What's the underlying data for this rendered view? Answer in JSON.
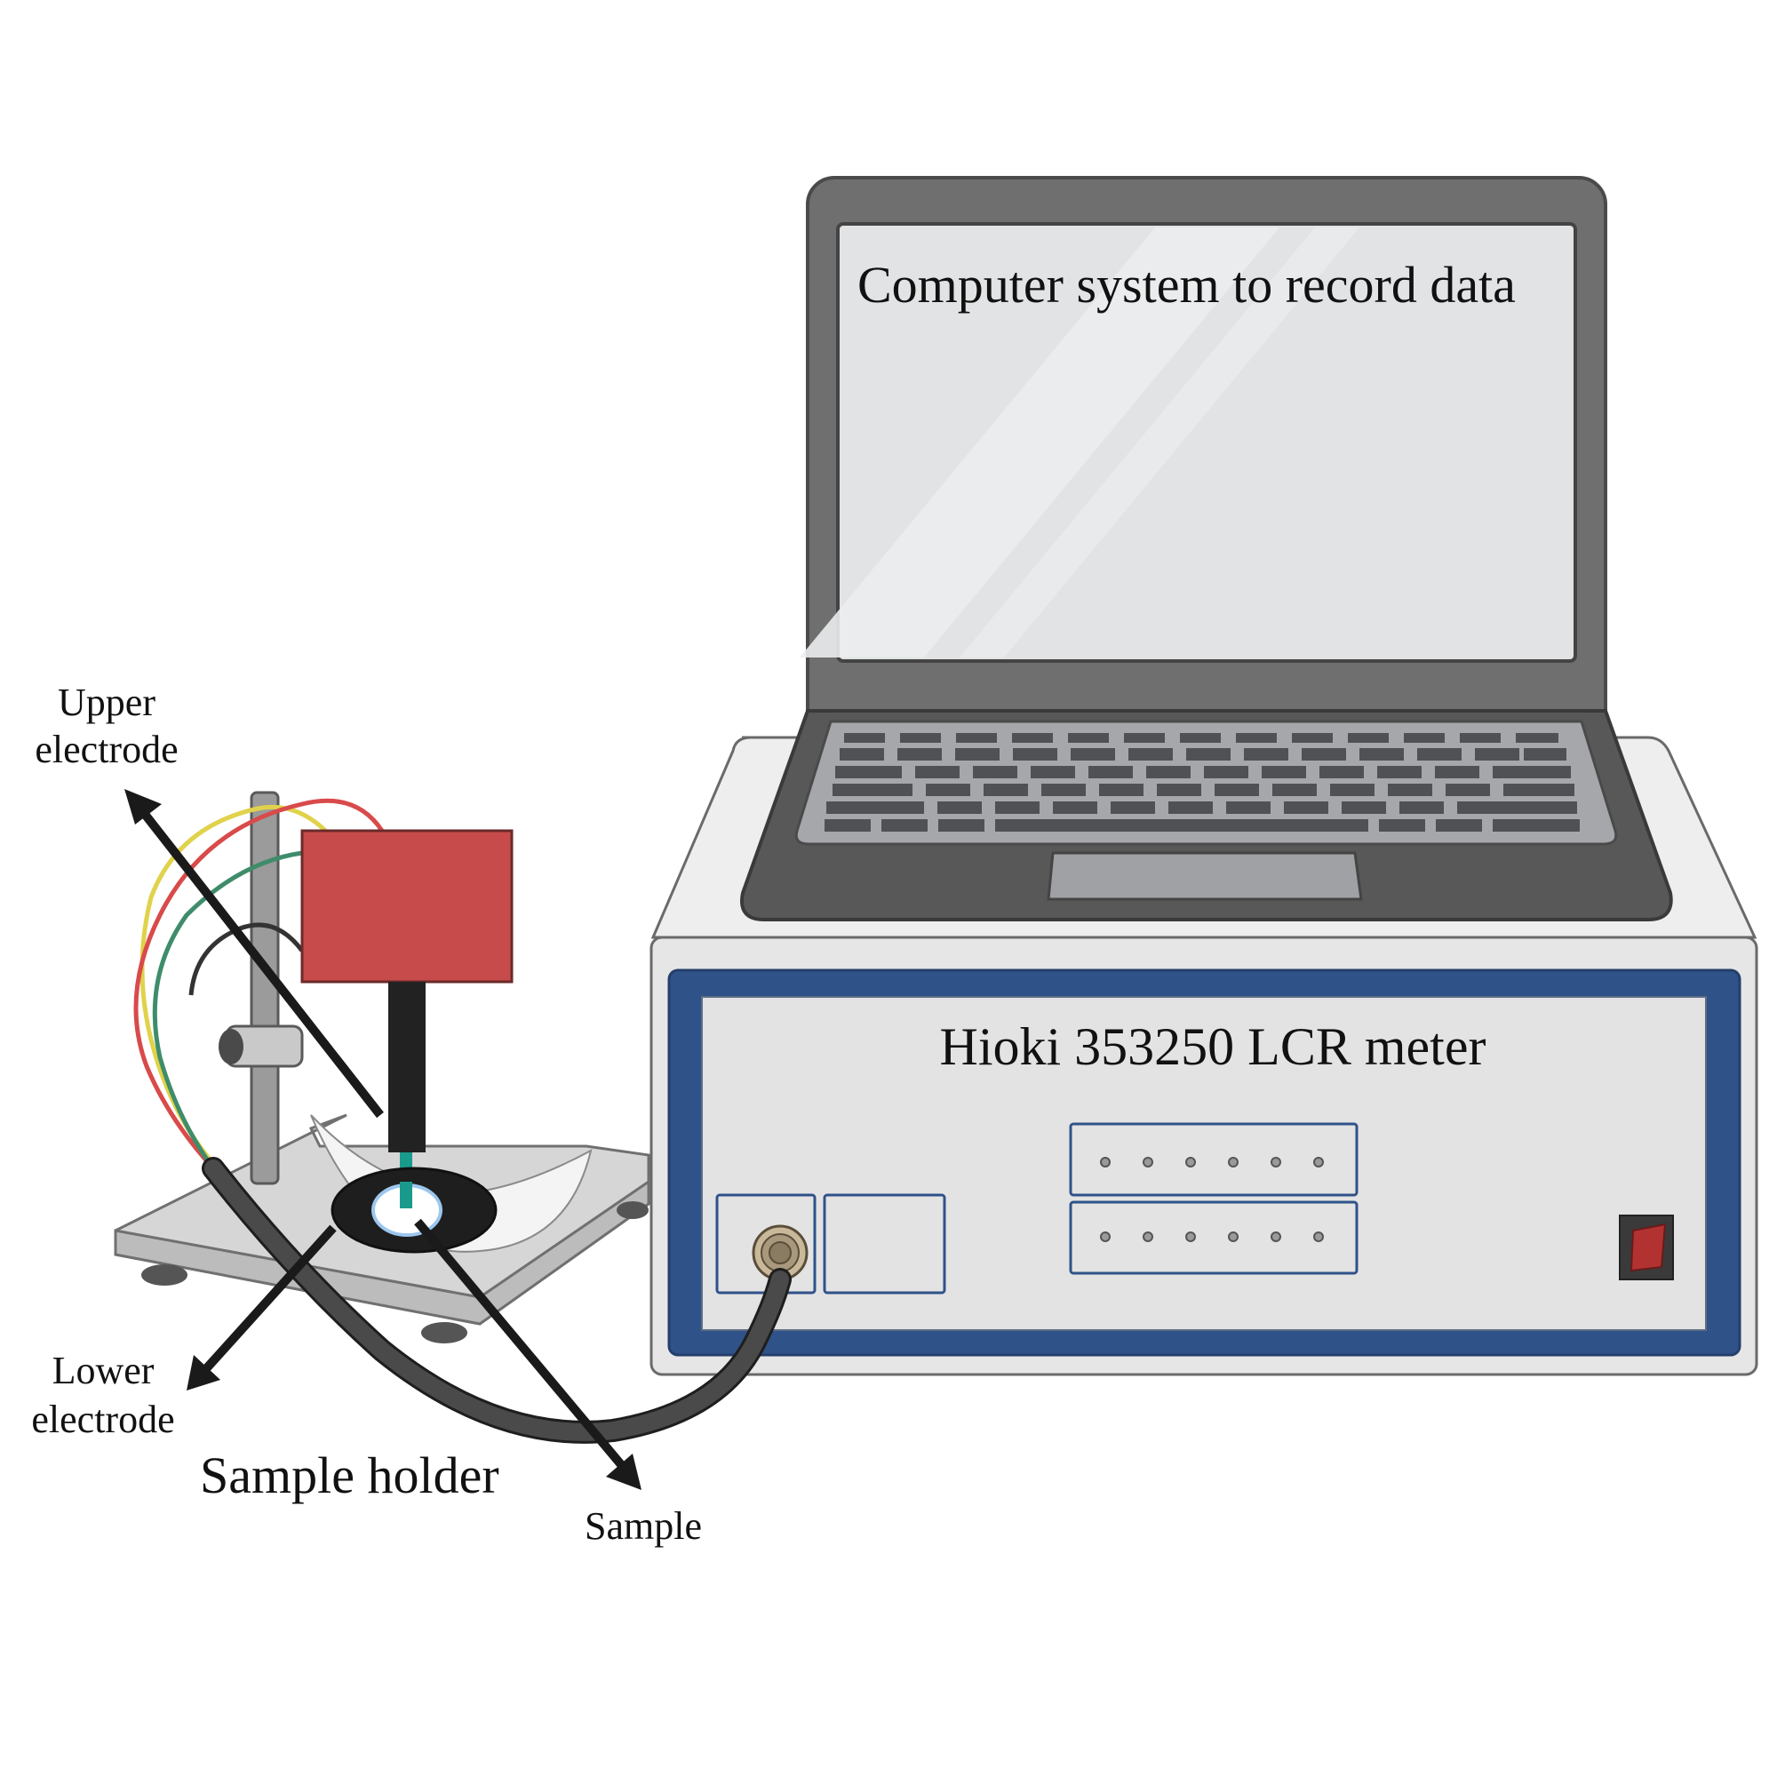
{
  "labels": {
    "upper_electrode_line1": "Upper",
    "upper_electrode_line2": "electrode",
    "lower_electrode_line1": "Lower",
    "lower_electrode_line2": "electrode",
    "sample_holder": "Sample holder",
    "sample": "Sample",
    "computer": "Computer system to record data",
    "meter": "Hioki 353250 LCR meter"
  },
  "colors": {
    "laptop_frame": "#6f6f6f",
    "laptop_screen": "#e2e3e5",
    "meter_panel_border": "#2f5289",
    "meter_body": "#e9e9e9",
    "electrode_box": "#c84b4b",
    "sample_teal": "#1a9a8c",
    "power_switch": "#b23232",
    "wire_red": "#d94a4a",
    "wire_yellow": "#e0d24a",
    "wire_green": "#3f8c6b",
    "cable": "#3a3a3a"
  },
  "icons": {
    "laptop": "laptop-icon",
    "meter": "lcr-meter-icon",
    "stand": "lab-stand-icon",
    "connector": "bnc-connector-icon",
    "switch": "power-switch-icon"
  }
}
